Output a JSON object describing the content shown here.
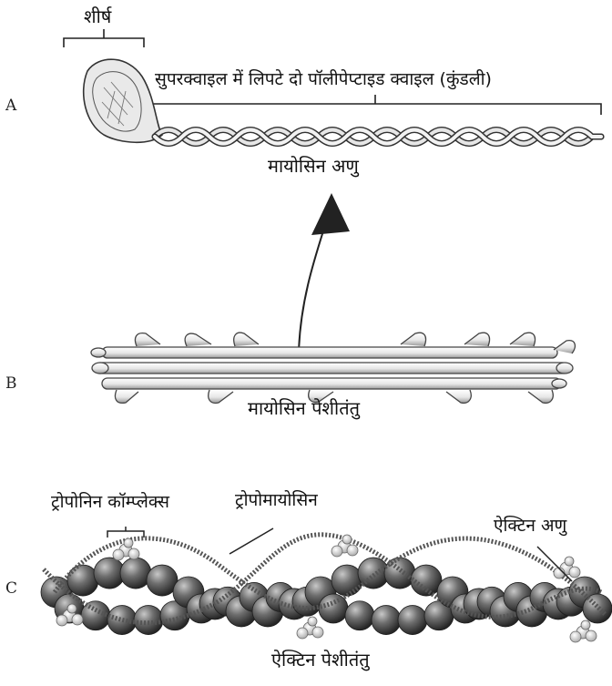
{
  "panels": [
    {
      "letter": "A"
    },
    {
      "letter": "B"
    },
    {
      "letter": "C"
    }
  ],
  "labels": {
    "head": "शीर्ष",
    "supercoil": "सुपरक्वाइल में लिपटे दो पॉलीपेप्टाइड क्वाइल (कुंडली)",
    "myosin_molecule": "मायोसिन अणु",
    "myosin_filament": "मायोसिन पेशीतंतु",
    "troponin_complex": "ट्रोपोनिन कॉम्प्लेक्स",
    "tropomyosin": "ट्रोपोमायोसिन",
    "actin_molecule": "ऐक्टिन अणु",
    "actin_filament": "ऐक्टिन पेशीतंतु"
  },
  "colors": {
    "ink": "#111111",
    "rod": "#e8e8e8",
    "sphere": "#6a6a6a",
    "sphere_dark": "#3c3c3c",
    "troponin": "#d9d9d9"
  }
}
